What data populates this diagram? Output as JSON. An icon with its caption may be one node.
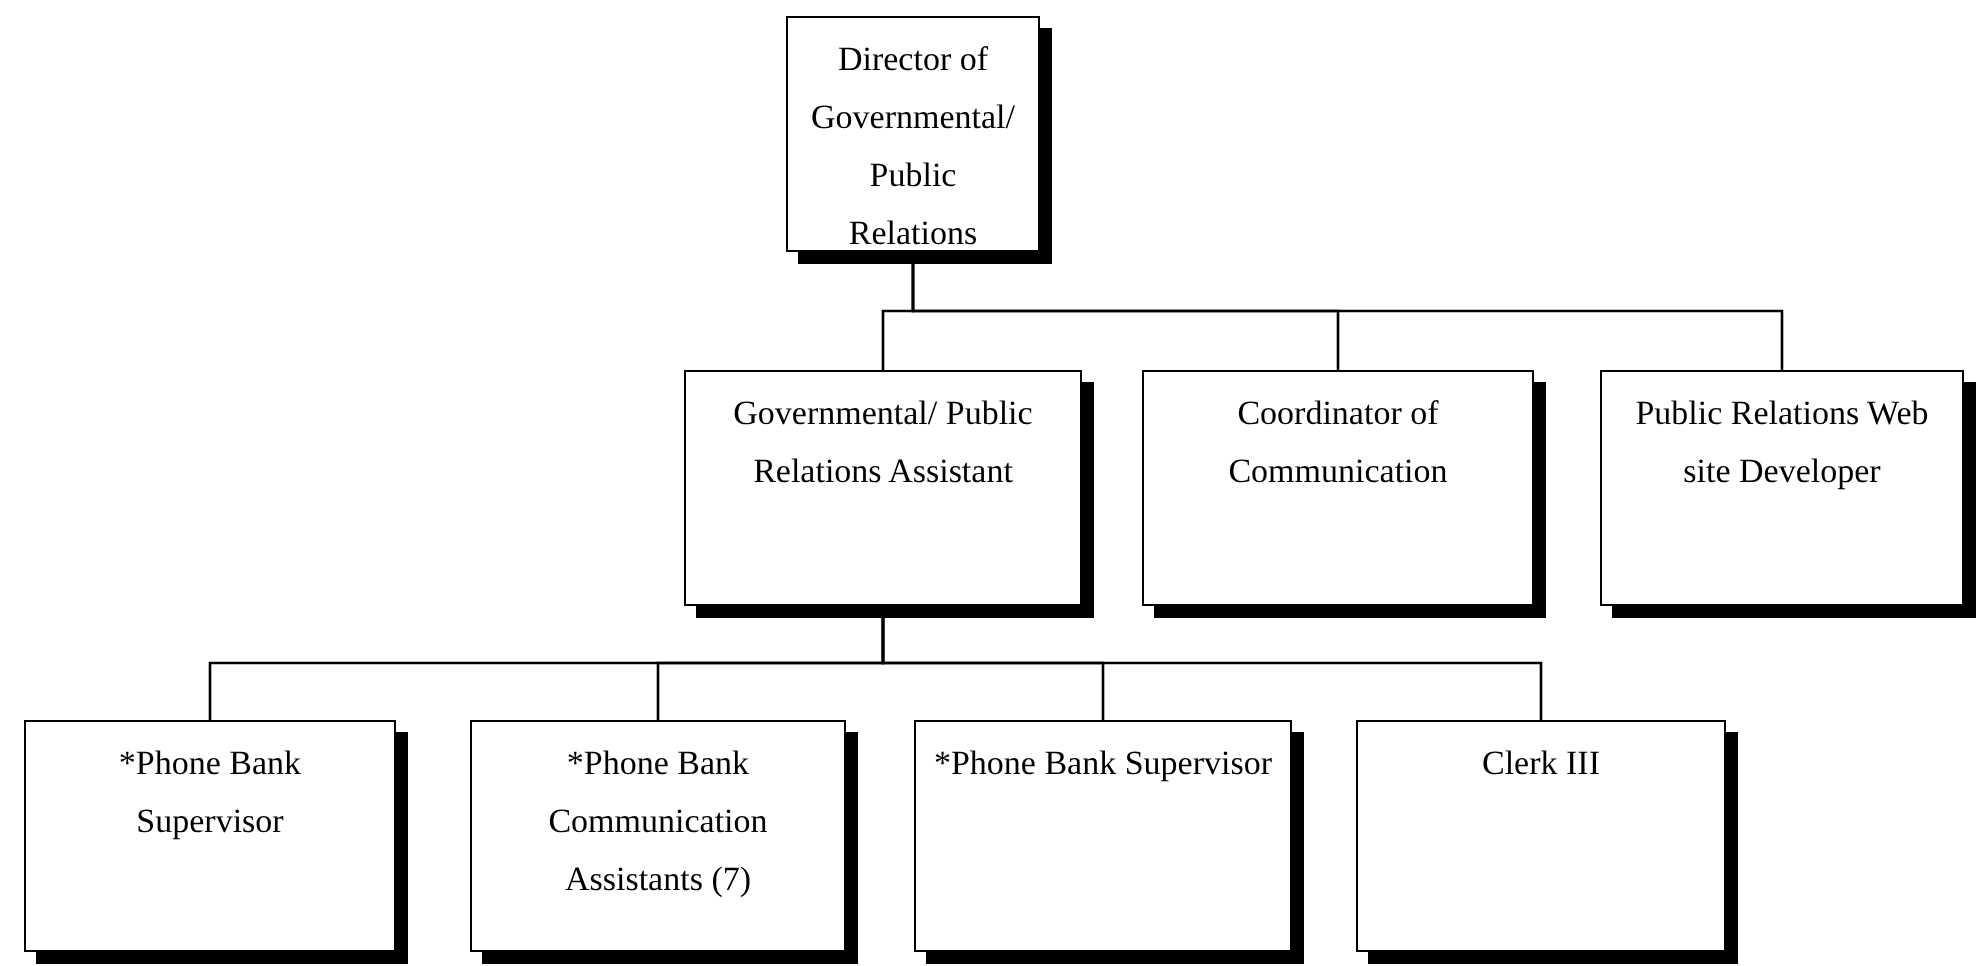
{
  "diagram": {
    "nodes": [
      {
        "text": [
          "Director of Governmental/ Public Relations"
        ]
      },
      {
        "text": [
          "Governmental/ Public Relations Assistant"
        ]
      },
      {
        "text": [
          "Coordinator of Communication"
        ]
      },
      {
        "text": [
          "Public Relations Web site Developer"
        ]
      },
      {
        "text": [
          "*Phone Bank Supervisor"
        ]
      },
      {
        "text": [
          "*Phone Bank Communication Assistants (7)"
        ]
      },
      {
        "text": [
          "*Phone Bank Supervisor"
        ]
      },
      {
        "text": [
          "Clerk III"
        ]
      }
    ],
    "edges": [
      {
        "from": 0,
        "to": 1,
        "arrow": "none"
      },
      {
        "from": 0,
        "to": 2,
        "arrow": "none"
      },
      {
        "from": 0,
        "to": 3,
        "arrow": "none"
      },
      {
        "from": 1,
        "to": 4,
        "arrow": "none"
      },
      {
        "from": 1,
        "to": 5,
        "arrow": "none"
      },
      {
        "from": 1,
        "to": 6,
        "arrow": "none"
      },
      {
        "from": 1,
        "to": 7,
        "arrow": "none"
      }
    ]
  }
}
